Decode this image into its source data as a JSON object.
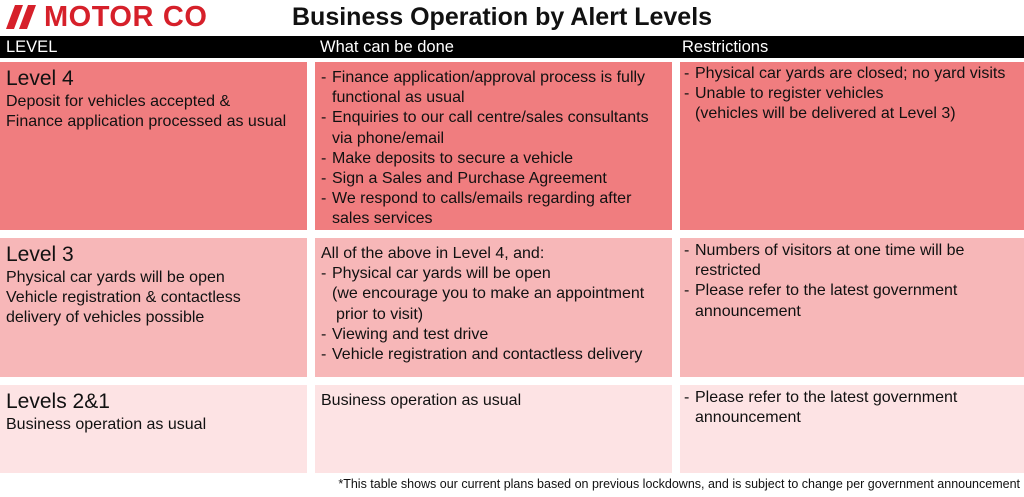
{
  "brand": {
    "logo_text_1": "MOTOR",
    "logo_text_2": "CO",
    "color": "#d6202a"
  },
  "title": "Business Operation by Alert Levels",
  "table": {
    "headers": [
      "LEVEL",
      "What can be done",
      "Restrictions"
    ],
    "row_colors": [
      "#f07d7f",
      "#f7b7b8",
      "#fde3e4"
    ],
    "rows": [
      {
        "level": "Level 4",
        "level_desc": [
          "Deposit for vehicles accepted &",
          "Finance application processed as usual"
        ],
        "can_do_intro": "",
        "can_do": [
          [
            "Finance application/approval process is fully",
            "functional as usual"
          ],
          [
            "Enquiries to our call centre/sales consultants",
            "via phone/email"
          ],
          [
            "Make deposits to secure a vehicle"
          ],
          [
            "Sign a Sales and Purchase Agreement"
          ],
          [
            "We respond to calls/emails regarding after",
            "sales services"
          ]
        ],
        "restrictions": [
          [
            "Physical car yards are closed; no yard visits"
          ],
          [
            "Unable to register vehicles",
            "(vehicles will be delivered at Level 3)"
          ]
        ]
      },
      {
        "level": "Level 3",
        "level_desc": [
          "Physical car yards will be open",
          "Vehicle registration & contactless",
          "delivery of vehicles possible"
        ],
        "can_do_intro": "All of the above in Level 4, and:",
        "can_do": [
          [
            "Physical car yards will be open",
            "(we encourage you to make an appointment",
            " prior to visit)"
          ],
          [
            "Viewing and test drive"
          ],
          [
            "Vehicle registration and contactless delivery"
          ]
        ],
        "restrictions": [
          [
            "Numbers of visitors at one time will be",
            "restricted"
          ],
          [
            "Please refer to the latest government",
            "announcement"
          ]
        ]
      },
      {
        "level": "Levels 2&1",
        "level_desc": [
          "Business operation as usual"
        ],
        "can_do_intro": "Business operation as usual",
        "can_do": [],
        "restrictions": [
          [
            "Please refer to the latest government",
            "announcement"
          ]
        ]
      }
    ]
  },
  "footnote": "*This table shows our current plans based on previous lockdowns, and is subject to change per government announcement"
}
